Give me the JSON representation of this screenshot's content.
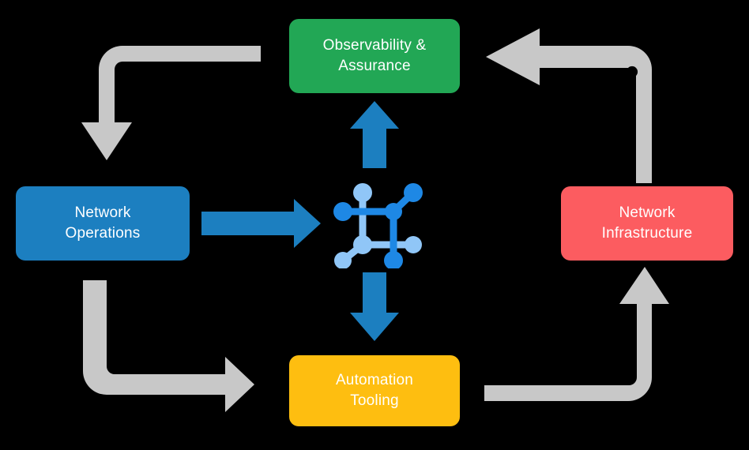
{
  "diagram": {
    "title": "Network automation lifecycle cycle diagram",
    "background_color": "#000000",
    "center": {
      "icon_name": "network-topology-icon",
      "node_colors": {
        "primary": "#1E88E5",
        "secondary": "#90C6F7"
      }
    },
    "boxes": [
      {
        "id": "observability",
        "label": "Observability &\nAssurance",
        "color": "#22A755",
        "text_color": "#FFFFFF",
        "position": "top"
      },
      {
        "id": "network-operations",
        "label": "Network\nOperations",
        "color": "#1C7FC0",
        "text_color": "#FFFFFF",
        "position": "left"
      },
      {
        "id": "network-infrastructure",
        "label": "Network\nInfrastructure",
        "color": "#FC5C60",
        "text_color": "#FFFFFF",
        "position": "right"
      },
      {
        "id": "automation-tooling",
        "label": "Automation\nTooling",
        "color": "#FEBE10",
        "text_color": "#FFFFFF",
        "position": "bottom"
      }
    ],
    "arrows": [
      {
        "id": "ops-to-center",
        "from": "network-operations",
        "to": "center",
        "direction": "right",
        "color": "#1C7FC0",
        "style": "straight"
      },
      {
        "id": "center-to-observability",
        "from": "center",
        "to": "observability",
        "direction": "up",
        "color": "#1C7FC0",
        "style": "straight"
      },
      {
        "id": "center-to-automation",
        "from": "center",
        "to": "automation-tooling",
        "direction": "down",
        "color": "#1C7FC0",
        "style": "straight"
      },
      {
        "id": "observability-to-operations",
        "from": "observability",
        "to": "network-operations",
        "direction": "down-left",
        "color": "#C8C8C8",
        "style": "elbow"
      },
      {
        "id": "infrastructure-to-observability",
        "from": "network-infrastructure",
        "to": "observability",
        "direction": "up-left",
        "color": "#C8C8C8",
        "style": "elbow"
      },
      {
        "id": "operations-to-automation",
        "from": "network-operations",
        "to": "automation-tooling",
        "direction": "down-right",
        "color": "#C8C8C8",
        "style": "elbow"
      },
      {
        "id": "automation-to-infrastructure",
        "from": "automation-tooling",
        "to": "network-infrastructure",
        "direction": "up-right",
        "color": "#C8C8C8",
        "style": "elbow"
      }
    ]
  }
}
